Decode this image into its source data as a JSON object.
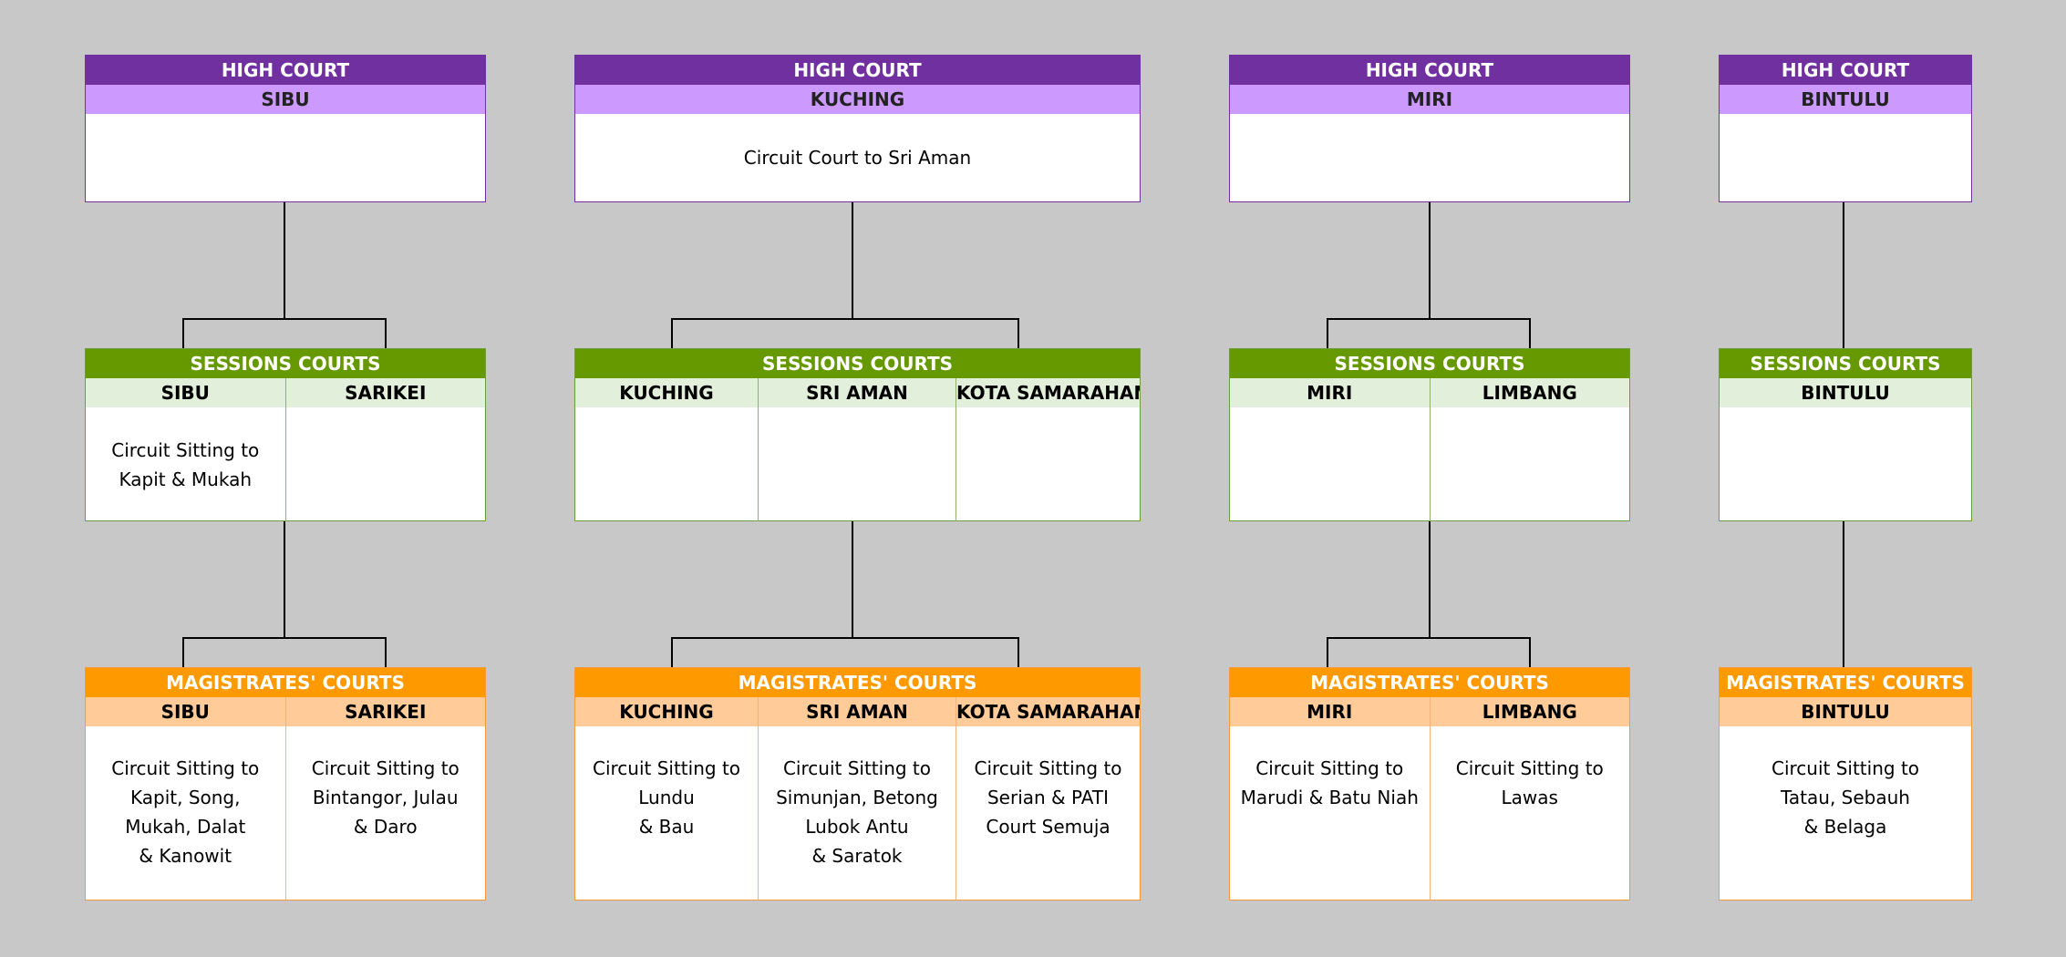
{
  "columns": [
    {
      "high": {
        "title": "HIGH COURT",
        "location": "SIBU",
        "note": ""
      },
      "sessions": {
        "title": "SESSIONS COURTS",
        "courts": [
          {
            "name": "SIBU",
            "note": "Circuit Sitting to\nKapit & Mukah"
          },
          {
            "name": "SARIKEI",
            "note": ""
          }
        ]
      },
      "magistrates": {
        "title": "MAGISTRATES' COURTS",
        "courts": [
          {
            "name": "SIBU",
            "note": "Circuit Sitting to\nKapit, Song,\nMukah, Dalat\n& Kanowit"
          },
          {
            "name": "SARIKEI",
            "note": "Circuit Sitting to\nBintangor, Julau\n& Daro"
          }
        ]
      }
    },
    {
      "high": {
        "title": "HIGH COURT",
        "location": "KUCHING",
        "note": "Circuit Court to Sri Aman"
      },
      "sessions": {
        "title": "SESSIONS COURTS",
        "courts": [
          {
            "name": "KUCHING",
            "note": ""
          },
          {
            "name": "SRI AMAN",
            "note": ""
          },
          {
            "name": "KOTA SAMARAHAN",
            "note": ""
          }
        ]
      },
      "magistrates": {
        "title": "MAGISTRATES' COURTS",
        "courts": [
          {
            "name": "KUCHING",
            "note": "Circuit Sitting to\nLundu\n& Bau"
          },
          {
            "name": "SRI AMAN",
            "note": "Circuit Sitting to\nSimunjan, Betong\nLubok Antu\n& Saratok"
          },
          {
            "name": "KOTA SAMARAHAN",
            "note": "Circuit Sitting to\nSerian & PATI\nCourt Semuja"
          }
        ]
      }
    },
    {
      "high": {
        "title": "HIGH COURT",
        "location": "MIRI",
        "note": ""
      },
      "sessions": {
        "title": "SESSIONS COURTS",
        "courts": [
          {
            "name": "MIRI",
            "note": ""
          },
          {
            "name": "LIMBANG",
            "note": ""
          }
        ]
      },
      "magistrates": {
        "title": "MAGISTRATES' COURTS",
        "courts": [
          {
            "name": "MIRI",
            "note": "Circuit Sitting to\nMarudi & Batu Niah"
          },
          {
            "name": "LIMBANG",
            "note": "Circuit Sitting to\nLawas"
          }
        ]
      }
    },
    {
      "high": {
        "title": "HIGH COURT",
        "location": "BINTULU",
        "note": ""
      },
      "sessions": {
        "title": "SESSIONS COURTS",
        "courts": [
          {
            "name": "BINTULU",
            "note": ""
          }
        ]
      },
      "magistrates": {
        "title": "MAGISTRATES' COURTS",
        "courts": [
          {
            "name": "BINTULU",
            "note": "Circuit Sitting to\nTatau, Sebauh\n& Belaga"
          }
        ]
      }
    }
  ]
}
